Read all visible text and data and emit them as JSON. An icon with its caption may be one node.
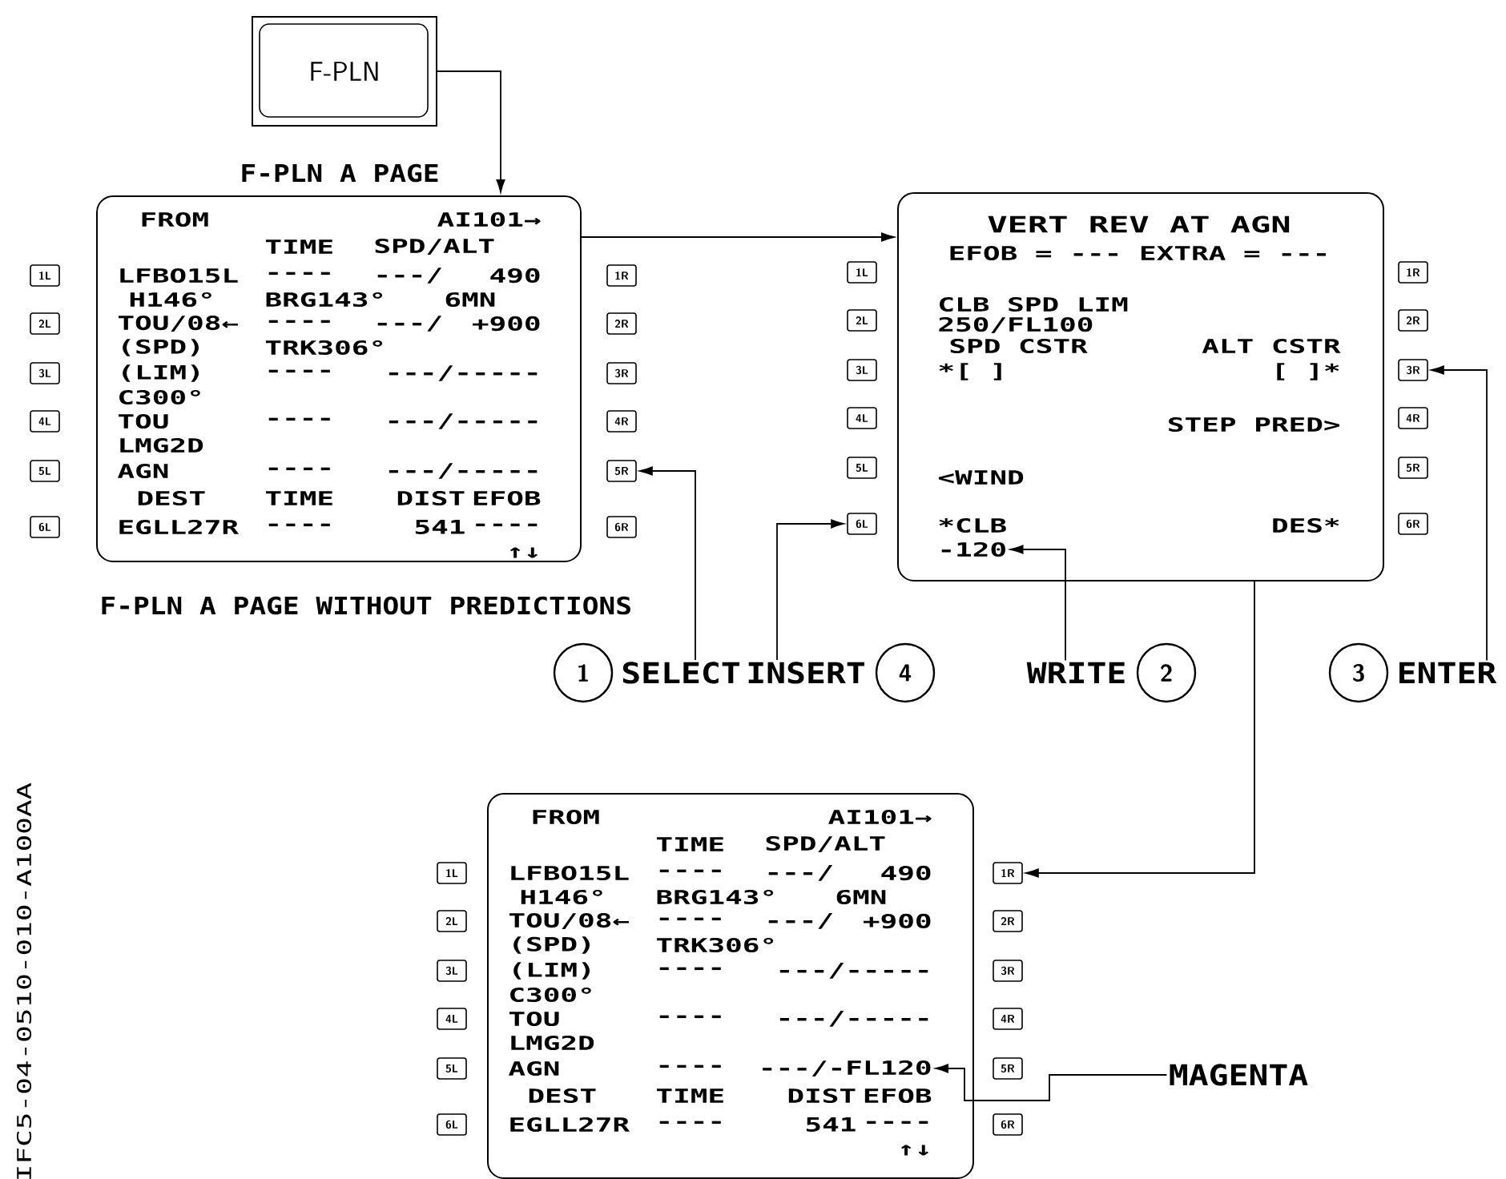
{
  "diagram": {
    "nodes": [
      {
        "text": [
          "F-PLN"
        ]
      },
      {
        "text": [
          "F-PLN A PAGE",
          "FROM",
          "AI101→",
          "TIME",
          "SPD/ALT",
          "LFBO15L",
          "----",
          "---/",
          "490",
          "H146°",
          "BRG143°",
          "6MN",
          "TOU/08←",
          "----",
          "---/",
          "+900",
          "(SPD)",
          "TRK306°",
          "(LIM)",
          "----",
          "---/-----",
          "C300°",
          "TOU",
          "----",
          "---/-----",
          "LMG2D",
          "AGN",
          "----",
          "---/-----",
          "DEST",
          "TIME",
          "DIST",
          "EFOB",
          "EGLL27R",
          "----",
          "541",
          "----",
          "↑↓"
        ],
        "beside": [
          "F-PLN A PAGE WITHOUT PREDICTIONS"
        ]
      },
      {
        "text": [
          "1L"
        ]
      },
      {
        "text": [
          "2L"
        ]
      },
      {
        "text": [
          "3L"
        ]
      },
      {
        "text": [
          "4L"
        ]
      },
      {
        "text": [
          "5L"
        ]
      },
      {
        "text": [
          "6L"
        ]
      },
      {
        "text": [
          "1R"
        ]
      },
      {
        "text": [
          "2R"
        ]
      },
      {
        "text": [
          "3R"
        ]
      },
      {
        "text": [
          "4R"
        ]
      },
      {
        "text": [
          "5R"
        ]
      },
      {
        "text": [
          "6R"
        ]
      },
      {
        "text": [
          "VERT REV AT AGN",
          "EFOB = --- EXTRA = ---",
          "CLB SPD LIM",
          "250/FL100",
          "SPD CSTR",
          "ALT CSTR",
          "*[ ]",
          "[ ]*",
          "STEP PRED>",
          "<WIND",
          "*CLB",
          "DES*"
        ]
      },
      {
        "text": [
          "-120"
        ],
        "in": 14
      },
      {
        "text": [
          "1L"
        ]
      },
      {
        "text": [
          "2L"
        ]
      },
      {
        "text": [
          "3L"
        ]
      },
      {
        "text": [
          "4L"
        ]
      },
      {
        "text": [
          "5L"
        ]
      },
      {
        "text": [
          "6L"
        ]
      },
      {
        "text": [
          "1R"
        ]
      },
      {
        "text": [
          "2R"
        ]
      },
      {
        "text": [
          "3R"
        ]
      },
      {
        "text": [
          "4R"
        ]
      },
      {
        "text": [
          "5R"
        ]
      },
      {
        "text": [
          "6R"
        ]
      },
      {
        "text": [
          "1"
        ]
      },
      {
        "text": [
          "SELECT"
        ]
      },
      {
        "text": [
          "INSERT"
        ]
      },
      {
        "text": [
          "4"
        ]
      },
      {
        "text": [
          "WRITE"
        ]
      },
      {
        "text": [
          "2"
        ]
      },
      {
        "text": [
          "3"
        ]
      },
      {
        "text": [
          "ENTER"
        ]
      },
      {
        "text": [
          "FROM",
          "AI101→",
          "TIME",
          "SPD/ALT",
          "LFBO15L",
          "----",
          "---/",
          "490",
          "H146°",
          "BRG143°",
          "6MN",
          "TOU/08←",
          "----",
          "---/",
          "+900",
          "(SPD)",
          "TRK306°",
          "(LIM)",
          "----",
          "---/-----",
          "C300°",
          "TOU",
          "----",
          "---/-----",
          "LMG2D",
          "AGN",
          "----",
          "DEST",
          "TIME",
          "DIST",
          "EFOB",
          "EGLL27R",
          "----",
          "541",
          "----",
          "↑↓"
        ]
      },
      {
        "text": [
          "---/-FL120"
        ],
        "in": 36
      },
      {
        "text": [
          "1L"
        ]
      },
      {
        "text": [
          "2L"
        ]
      },
      {
        "text": [
          "3L"
        ]
      },
      {
        "text": [
          "4L"
        ]
      },
      {
        "text": [
          "5L"
        ]
      },
      {
        "text": [
          "6L"
        ]
      },
      {
        "text": [
          "1R"
        ]
      },
      {
        "text": [
          "2R"
        ]
      },
      {
        "text": [
          "3R"
        ]
      },
      {
        "text": [
          "4R"
        ]
      },
      {
        "text": [
          "5R"
        ]
      },
      {
        "text": [
          "6R"
        ]
      },
      {
        "text": [
          "MAGENTA"
        ]
      }
    ],
    "edges": [
      {
        "from": 0,
        "to": 1,
        "arrow": "to"
      },
      {
        "from": 1,
        "to": 14,
        "arrow": "to"
      },
      {
        "from": 29,
        "to": 12,
        "arrow": "to"
      },
      {
        "from": 30,
        "to": 21,
        "arrow": "to"
      },
      {
        "from": 32,
        "to": 15,
        "arrow": "to"
      },
      {
        "from": 35,
        "to": 24,
        "arrow": "to"
      },
      {
        "from": 14,
        "to": 44,
        "arrow": "to"
      },
      {
        "from": 50,
        "to": 37,
        "arrow": "to"
      }
    ],
    "labels": [
      "IFC5-04-0510-010-A100AA"
    ]
  }
}
